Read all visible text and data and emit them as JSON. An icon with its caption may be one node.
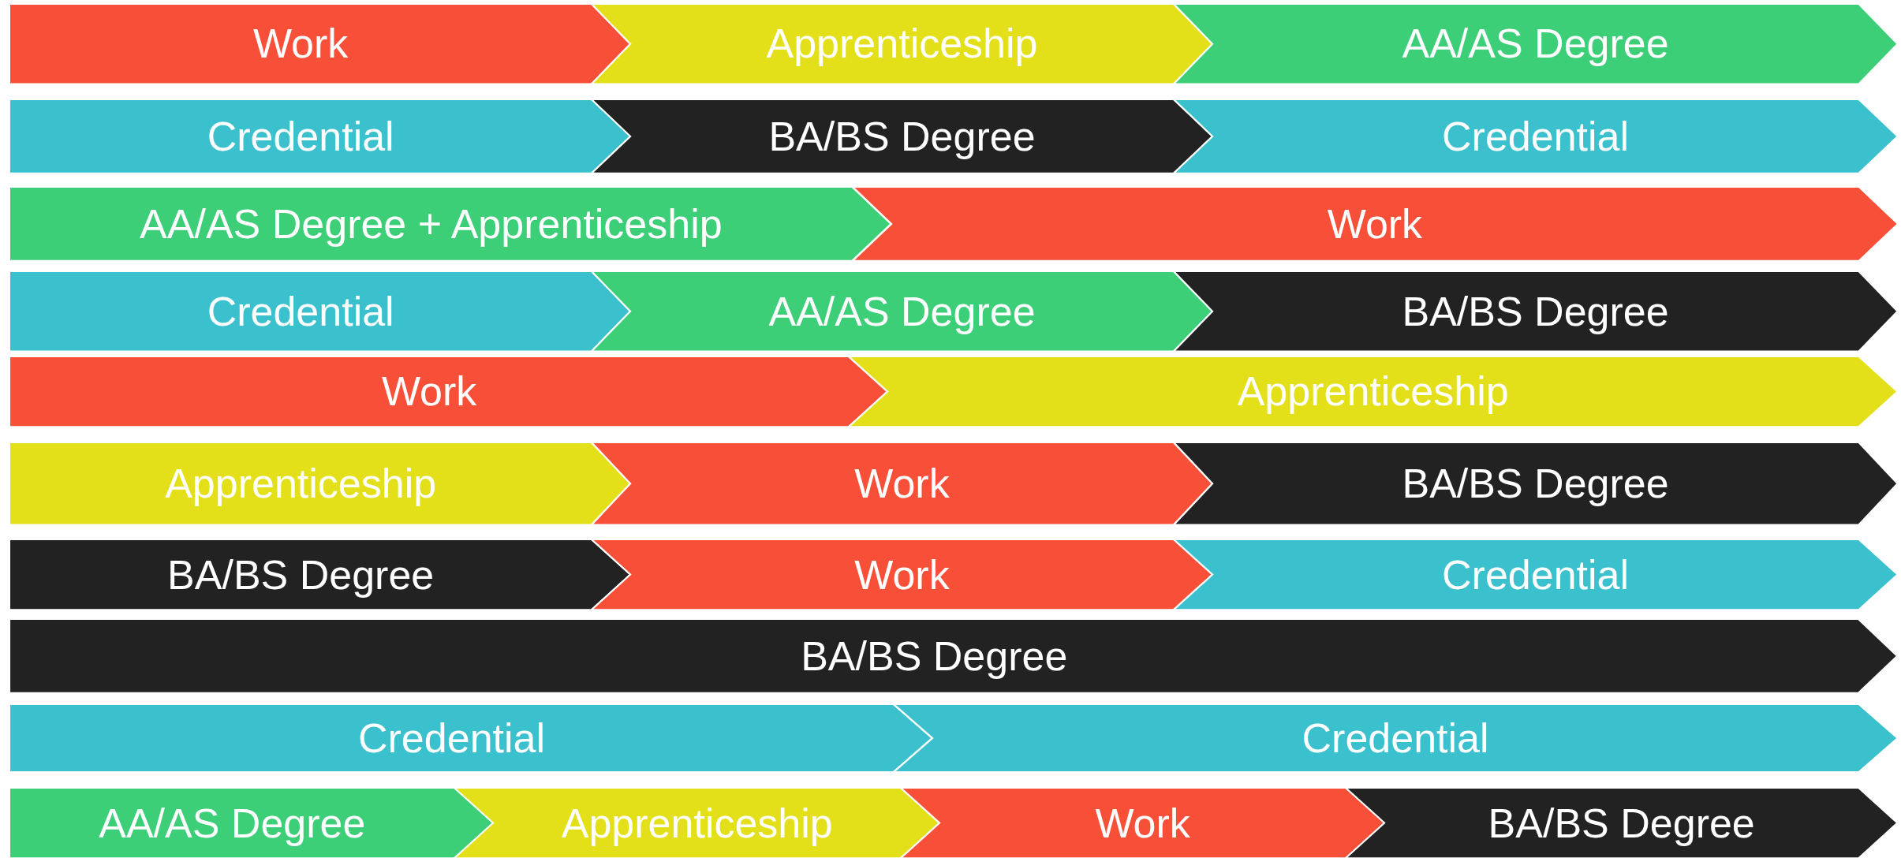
{
  "diagram": {
    "nodes": [
      {
        "text": [
          "Work"
        ]
      },
      {
        "text": [
          "Apprenticeship"
        ]
      },
      {
        "text": [
          "AA/AS Degree"
        ]
      },
      {
        "text": [
          "Credential"
        ]
      },
      {
        "text": [
          "BA/BS Degree"
        ]
      },
      {
        "text": [
          "Credential"
        ]
      },
      {
        "text": [
          "AA/AS Degree + Apprenticeship"
        ]
      },
      {
        "text": [
          "Work"
        ]
      },
      {
        "text": [
          "Credential"
        ]
      },
      {
        "text": [
          "AA/AS Degree"
        ]
      },
      {
        "text": [
          "BA/BS Degree"
        ]
      },
      {
        "text": [
          "Work"
        ]
      },
      {
        "text": [
          "Apprenticeship"
        ]
      },
      {
        "text": [
          "Apprenticeship"
        ]
      },
      {
        "text": [
          "Work"
        ]
      },
      {
        "text": [
          "BA/BS Degree"
        ]
      },
      {
        "text": [
          "BA/BS Degree"
        ]
      },
      {
        "text": [
          "Work"
        ]
      },
      {
        "text": [
          "Credential"
        ]
      },
      {
        "text": [
          "BA/BS Degree"
        ]
      },
      {
        "text": [
          "Credential"
        ]
      },
      {
        "text": [
          "Credential"
        ]
      },
      {
        "text": [
          "AA/AS Degree"
        ]
      },
      {
        "text": [
          "Apprenticeship"
        ]
      },
      {
        "text": [
          "Work"
        ]
      },
      {
        "text": [
          "BA/BS Degree"
        ]
      }
    ]
  }
}
